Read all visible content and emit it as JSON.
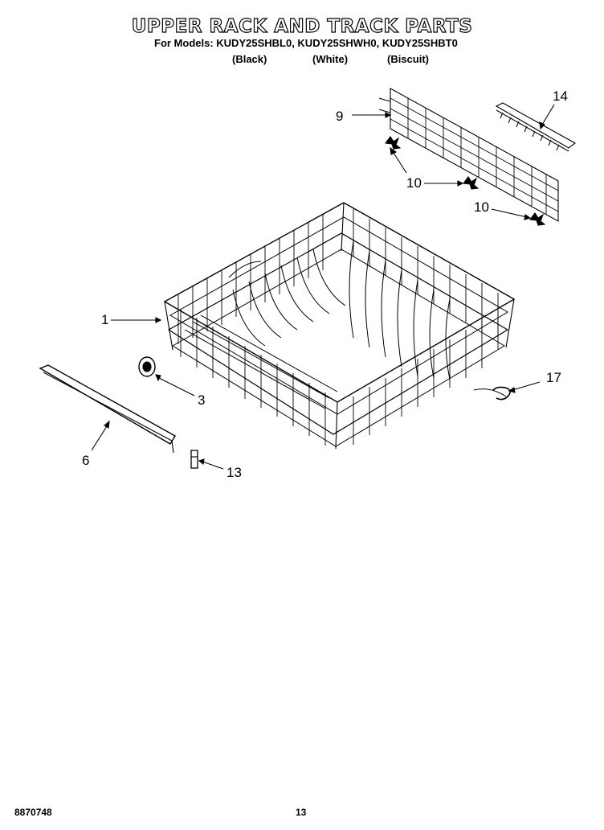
{
  "header": {
    "title": "UPPER RACK AND TRACK PARTS",
    "models_line": "For Models: KUDY25SHBL0, KUDY25SHWH0, KUDY25SHBT0",
    "colors": [
      "(Black)",
      "(White)",
      "(Biscuit)"
    ]
  },
  "callouts": {
    "c1": "1",
    "c3": "3",
    "c6": "6",
    "c9": "9",
    "c10a": "10",
    "c10b": "10",
    "c13": "13",
    "c14": "14",
    "c17": "17"
  },
  "footer": {
    "doc_number": "8870748",
    "page_number": "13"
  }
}
